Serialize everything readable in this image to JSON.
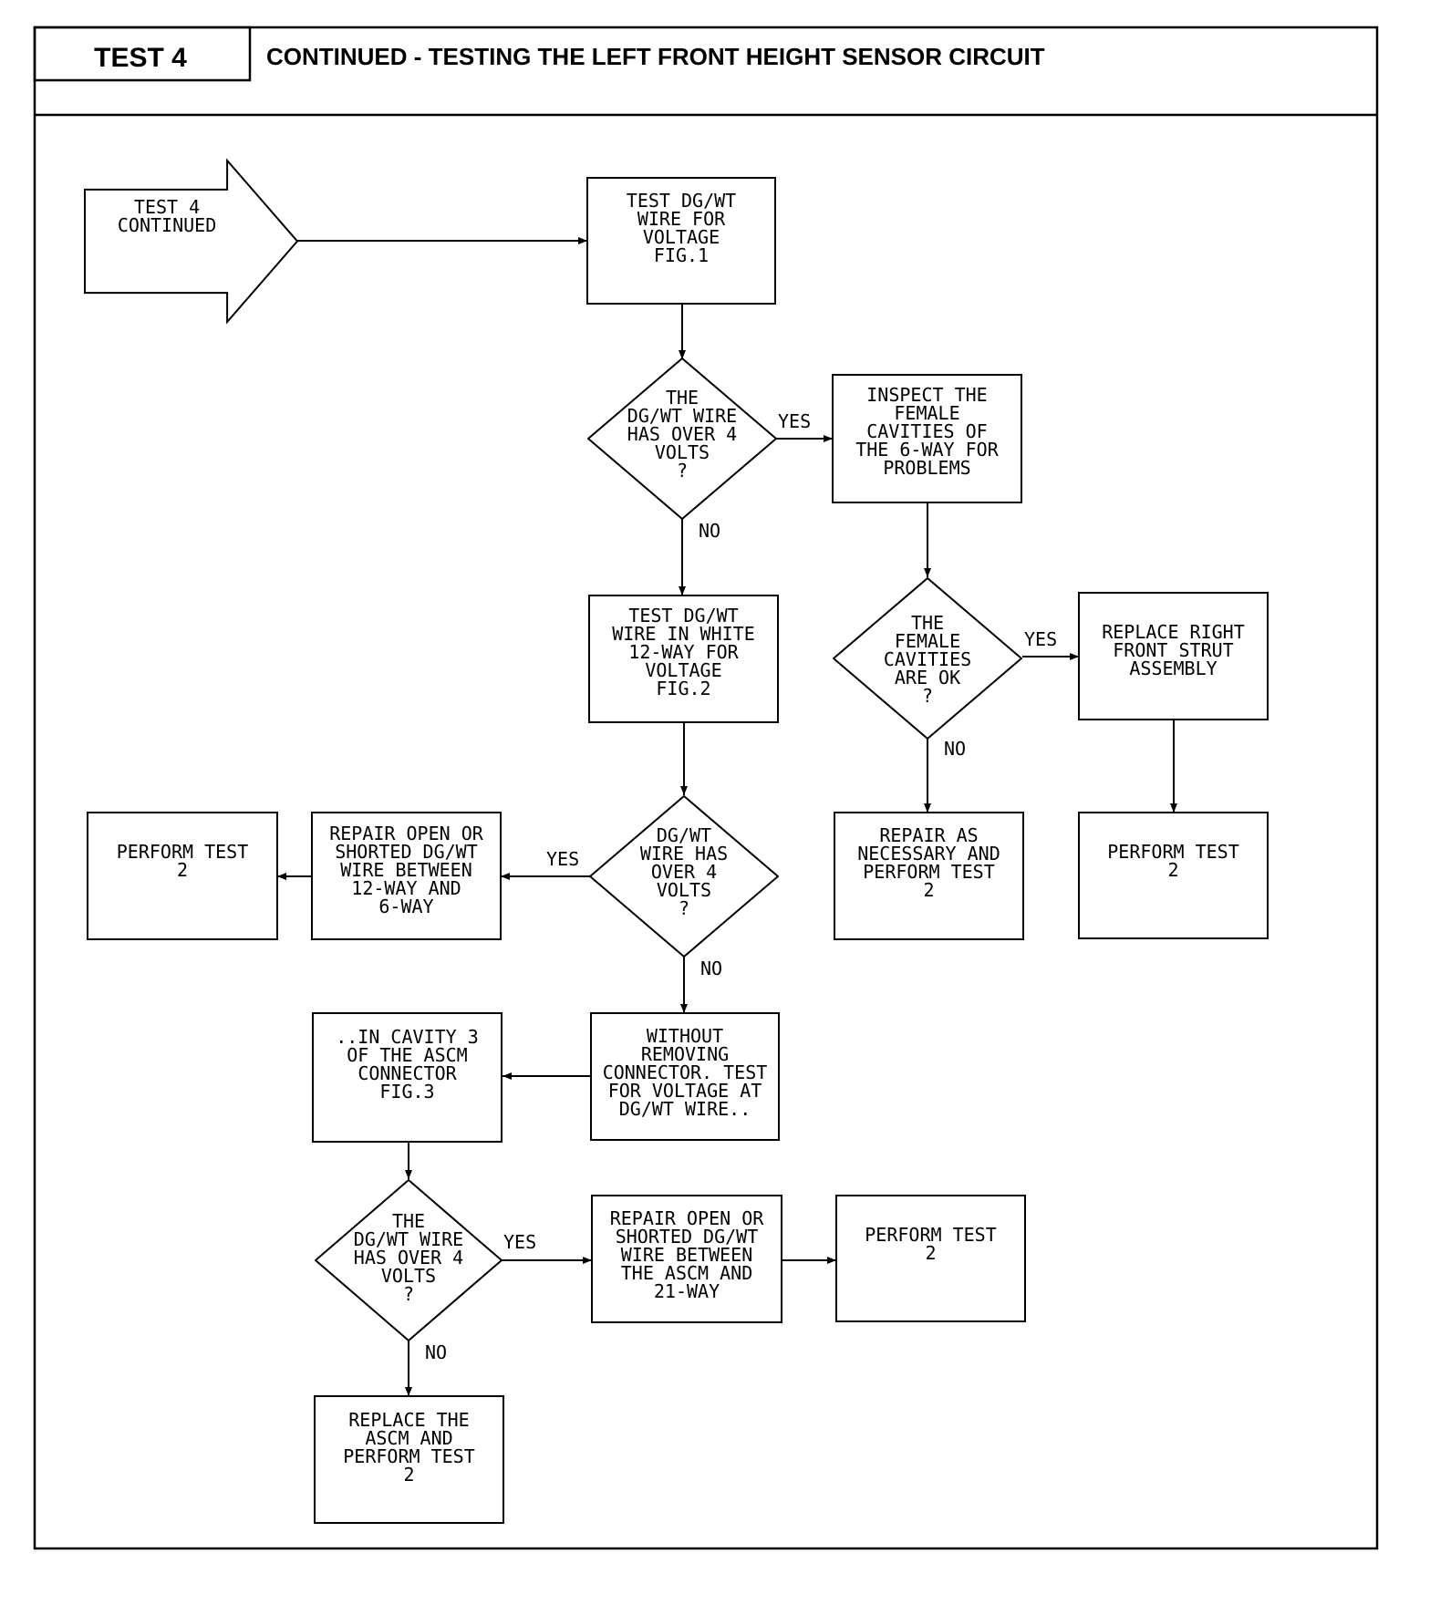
{
  "header": {
    "test_label": "TEST 4",
    "title": "CONTINUED - TESTING THE LEFT FRONT HEIGHT SENSOR CIRCUIT"
  },
  "nodes": {
    "start": [
      "TEST 4",
      "CONTINUED"
    ],
    "test_fig1": [
      "TEST DG/WT",
      "WIRE FOR",
      "VOLTAGE",
      "FIG.1"
    ],
    "dec1": [
      "THE",
      "DG/WT WIRE",
      "HAS OVER 4",
      "VOLTS",
      "?"
    ],
    "inspect": [
      "INSPECT THE",
      "FEMALE",
      "CAVITIES OF",
      "THE 6-WAY FOR",
      "PROBLEMS"
    ],
    "test_fig2": [
      "TEST DG/WT",
      "WIRE IN WHITE",
      "12-WAY FOR",
      "VOLTAGE",
      "FIG.2"
    ],
    "dec_cav": [
      "THE",
      "FEMALE",
      "CAVITIES",
      "ARE OK",
      "?"
    ],
    "replace_strut": [
      "REPLACE RIGHT",
      "FRONT STRUT",
      "ASSEMBLY"
    ],
    "perform_a": [
      "PERFORM TEST",
      "2"
    ],
    "repair_12_6": [
      "REPAIR OPEN OR",
      "SHORTED DG/WT",
      "WIRE BETWEEN",
      "12-WAY AND",
      "6-WAY"
    ],
    "dec2": [
      "DG/WT",
      "WIRE HAS",
      "OVER 4",
      "VOLTS",
      "?"
    ],
    "repair_nec": [
      "REPAIR AS",
      "NECESSARY AND",
      "PERFORM TEST",
      "2"
    ],
    "perform_b": [
      "PERFORM TEST",
      "2"
    ],
    "cavity3": [
      "..IN CAVITY 3",
      "OF THE ASCM",
      "CONNECTOR",
      "FIG.3"
    ],
    "without": [
      "WITHOUT",
      "REMOVING",
      "CONNECTOR. TEST",
      "FOR VOLTAGE AT",
      "DG/WT WIRE.."
    ],
    "dec3": [
      "THE",
      "DG/WT WIRE",
      "HAS OVER 4",
      "VOLTS",
      "?"
    ],
    "repair_ascm": [
      "REPAIR OPEN OR",
      "SHORTED DG/WT",
      "WIRE BETWEEN",
      "THE ASCM AND",
      "21-WAY"
    ],
    "perform_c": [
      "PERFORM TEST",
      "2"
    ],
    "perform_d": [
      "PERFORM TEST",
      "2"
    ],
    "replace_ascm": [
      "REPLACE THE",
      "ASCM AND",
      "PERFORM TEST",
      "2"
    ]
  },
  "edge_labels": {
    "yes": "YES",
    "no": "NO"
  }
}
